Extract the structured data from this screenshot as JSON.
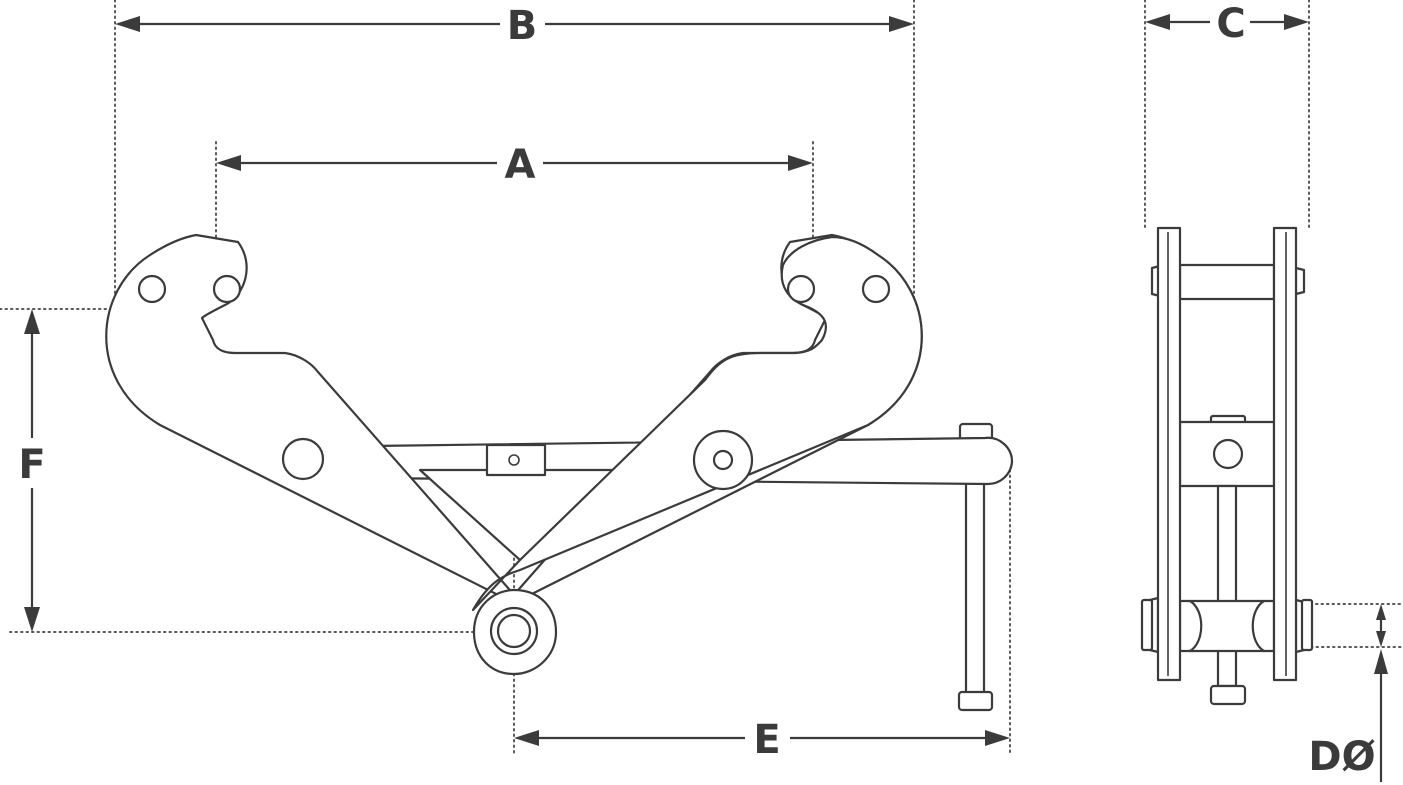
{
  "colors": {
    "line": "#3b3b3b",
    "background": "#ffffff"
  },
  "labels": {
    "A": "A",
    "B": "B",
    "C": "C",
    "D": "DØ",
    "E": "E",
    "F": "F"
  }
}
